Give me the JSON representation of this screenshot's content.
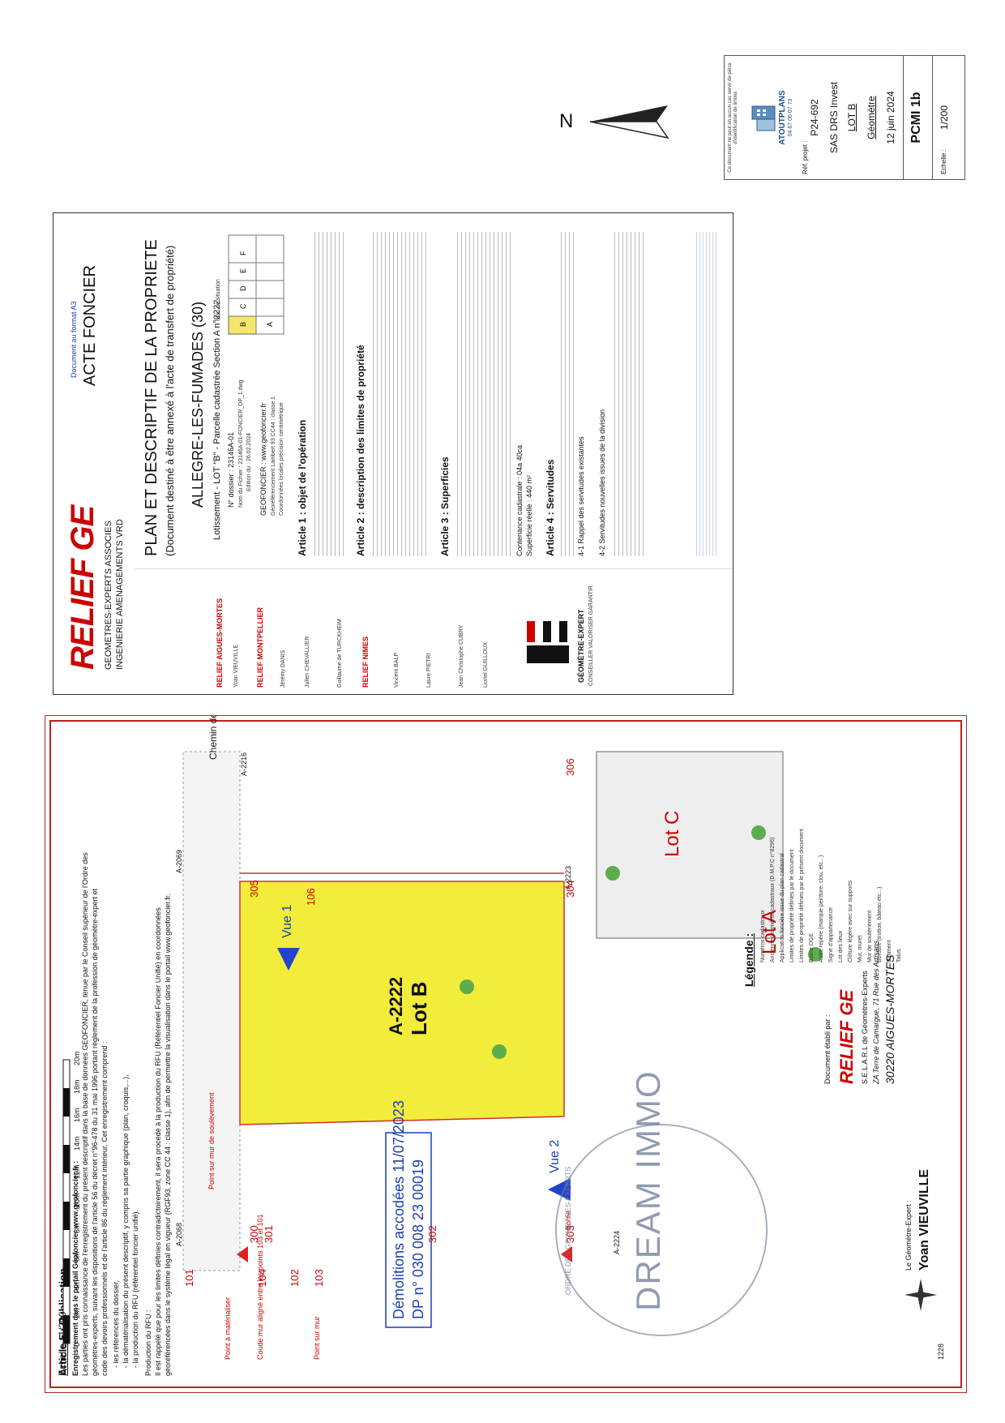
{
  "title_block": {
    "note": "Ce document ne peut en aucun cas servir de pièce d'identification de limites",
    "logo_text": "ATOUTPLANS",
    "logo_phone": "04 67 06 07 73",
    "ref_label": "Réf. projet :",
    "ref_value": "P24-692",
    "client": "SAS DRS Invest",
    "lot": "LOT B",
    "role": "Géomètre",
    "date": "12 juin 2024",
    "doc_code": "PCMI 1b",
    "scale_label": "Echelle :",
    "scale_value": "1/200"
  },
  "north": {
    "label": "N"
  },
  "acte": {
    "format_note": "Document au format A3",
    "doc_type": "ACTE FONCIER",
    "company_brand": "RELIEF GE",
    "company_line1": "GEOMETRES-EXPERTS ASSOCIES",
    "company_line2": "INGENIERIE AMENAGEMENTS VRD",
    "main_title": "PLAN ET DESCRIPTIF DE LA PROPRIETE",
    "subtitle": "(Document destiné à être annexé à l'acte de transfert de propriété)",
    "commune": "ALLEGRE-LES-FUMADES (30)",
    "lotissement": "Lotissement - LOT \"B\" - Parcelle cadastrée Section A n°2222",
    "dossier": "N° dossier : 23146A-01",
    "fichier": "Nom du Fichier : 23146A-01-FONCIER_DP_1.dwg",
    "edition": "Edition du : 26.02.2024",
    "geofoncier": "GEOFONCIER : www.geofoncier.fr",
    "lambert": "Géoréférencement Lambert 93 CC44 : classe 1",
    "coords": "Coordonnées locales précision centimétrique",
    "plan_situation": "Plan de situation",
    "lots_map": [
      "A",
      "B",
      "C",
      "D",
      "E",
      "F"
    ],
    "art1_title": "Article 1 : objet de l'opération",
    "art2_title": "Article 2 : description des limites de propriété",
    "art3_title": "Article 3 : Superficies",
    "art3_contenance": "Contenance cadastrale : 04a 40ca",
    "art3_superficie": "Superficie réelle : 440 m²",
    "art4_title": "Article 4 : Servitudes",
    "art4_sub1": "4-1 Rappel des servitudes existantes",
    "art4_sub2": "4-2 Servitudes nouvelles issues de la division",
    "sidebar_title": "RELIEF AIGUES-MORTES",
    "sidebar_montpellier": "RELIEF MONTPELLIER",
    "sidebar_nimes": "RELIEF NIMES",
    "sidebar_names": [
      "Yoan VIEUVILLE",
      "Jérémy DANIS",
      "Julien CHEVALLIER",
      "Guillaume de TURCKHEIM",
      "Vincent BALP",
      "Laure PIETRI",
      "Jean Christophe CUBRY",
      "Lionel GUILLOUX"
    ],
    "bottom_logo": "GÉOMÈTRE-EXPERT",
    "bottom_logo_sub": "CONSEILLER VALORISER GARANTIR"
  },
  "plan": {
    "art5_title": "Article 5 : Publication",
    "art5_line1": "Enregistrement dans le portail Géofoncier www.geofoncier.fr :",
    "art5_line2": "Les parties ont pris connaissance de l'enregistrement du présent descriptif dans la base de données GEOFONCIER, tenue par le Conseil supérieur de l'Ordre des",
    "art5_line3": "géomètres-experts, suivant les dispositions de l'article 56 du décret n°96-478 du 31 mai 1996 portant règlement de la profession de géomètre-expert et",
    "art5_line4": "code des devoirs professionnels et de l'article 86 du règlement intérieur. Cet enregistrement comprend :",
    "art5_b1": "- les références du dossier,",
    "art5_b2": "- la dématérialisation du présent descriptif, y compris sa partie graphique (plan, croquis,...),",
    "art5_b3": "- la production du RFU (référentiel foncier unifié).",
    "art5_rfu_title": "Production du RFU :",
    "art5_rfu_1": "Il est rappelé que pour les limites définies contradictoirement, il sera procédé à la production du RFU (Référentiel Foncier Unifié) en coordonnées",
    "art5_rfu_2": "géoréférencées dans le système légal en vigueur (RGF93, zone CC 44 : classe 1), afin de permettre la visualisation dans le portail www.geofoncier.fr.",
    "parcel_id": "A-2222",
    "lot_label": "Lot B",
    "lot_a": "Lot A",
    "lot_c": "Lot C",
    "parcels": [
      "A-2068",
      "A-2069",
      "A-2216",
      "A-2223",
      "A-2224",
      "1228"
    ],
    "chemin": "Chemin des Bruyères",
    "vue1": "Vue 1",
    "vue2": "Vue 2",
    "demolition_line1": "Démolitions accodées 11/07/2023",
    "demolition_line2": "DP n° 030 008 23 00019",
    "borne": "Borne",
    "points": [
      "300",
      "301",
      "302",
      "303",
      "304",
      "305",
      "306",
      "101",
      "102",
      "103",
      "104",
      "106"
    ],
    "annot_mur_1": "Point sur mur de soulèvement",
    "annot_materialiser": "Point à matérialiser",
    "annot_coude": "Coude mur aligné entre les points 103 et 101",
    "annot_point_mur": "Point sur mur",
    "legend_title": "Légende :",
    "legend_items": [
      "Numéros cadastraux",
      "Anciennes numéros cadastraux (D.M.P.C n°8296)",
      "Application foncière issue du plan cadastral",
      "Limites de propriété définies par le document",
      "Limites de propriété définies par le présent document",
      "Borne OGE",
      "Autre repère (marque peinture, clou, etc...)",
      "Signe d'appartenance",
      "Lot des lieux",
      "Clôture légère avec sur supports",
      "Mur, muret",
      "Mur de soutènement",
      "Bordure (trottoir, bâteau etc...)",
      "Bâtiment",
      "Talus"
    ],
    "scale_title": "Echelle : 1/200",
    "scale_ticks": [
      "0",
      "2m",
      "4m",
      "6m",
      "8m",
      "10m",
      "12m",
      "14m",
      "16m",
      "18m",
      "20m"
    ],
    "doc_by": "Document établi par :",
    "selarl": "S.E.L.A.R.L de Géomètres-Experts",
    "address": "ZA Terre de Camargue, 71 Rue des Artisans",
    "city": "30220 AIGUES-MORTES",
    "geometre_label": "Le Géomètre-Expert :",
    "geometre_name": "Yoan VIEUVILLE",
    "watermark": "DREAM IMMO",
    "watermark_ring": "ORDRE DES GEOMETRES-EXPERTS"
  }
}
